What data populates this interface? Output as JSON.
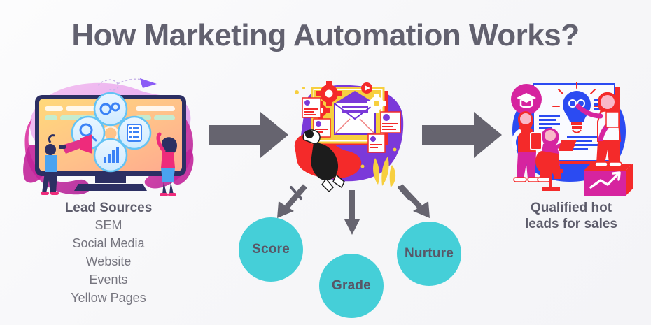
{
  "page": {
    "title": "How Marketing Automation Works?",
    "background_color": "#f7f7f9",
    "title_color": "#62616f"
  },
  "colors": {
    "accent_teal": "#45CFD8",
    "arrow_grey": "#66646f",
    "heading_grey": "#5d5c6b",
    "body_grey": "#76757f",
    "magenta": "#d6249f",
    "purple": "#8b5cf6",
    "violet": "#7b39d9",
    "red": "#f42a2a",
    "yellow": "#f7cf3f",
    "blue": "#2b4bf2",
    "pink": "#ee2b7b"
  },
  "stages": [
    {
      "id": "lead-sources",
      "illustration_name": "desktop-monitor-marketing-icons-illustration",
      "caption_heading": "Lead Sources",
      "caption_items": [
        "SEM",
        "Social Media",
        "Website",
        "Events",
        "Yellow Pages"
      ]
    },
    {
      "id": "automation",
      "illustration_name": "email-automation-gears-illustration",
      "caption_heading": "",
      "caption_items": []
    },
    {
      "id": "qualified-leads",
      "illustration_name": "team-presentation-lightbulb-illustration",
      "caption_heading_lines": [
        "Qualified hot",
        "leads for sales"
      ],
      "caption_items": []
    }
  ],
  "flow_arrows": [
    {
      "name": "arrow-lead-sources-to-automation",
      "direction": "right"
    },
    {
      "name": "arrow-automation-to-qualified-leads",
      "direction": "right"
    },
    {
      "name": "arrow-automation-to-score",
      "direction": "down-left"
    },
    {
      "name": "arrow-automation-to-grade",
      "direction": "down"
    },
    {
      "name": "arrow-automation-to-nurture",
      "direction": "down-right"
    }
  ],
  "nodes": [
    {
      "id": "score",
      "label": "Score"
    },
    {
      "id": "grade",
      "label": "Grade"
    },
    {
      "id": "nurture",
      "label": "Nurture"
    }
  ]
}
